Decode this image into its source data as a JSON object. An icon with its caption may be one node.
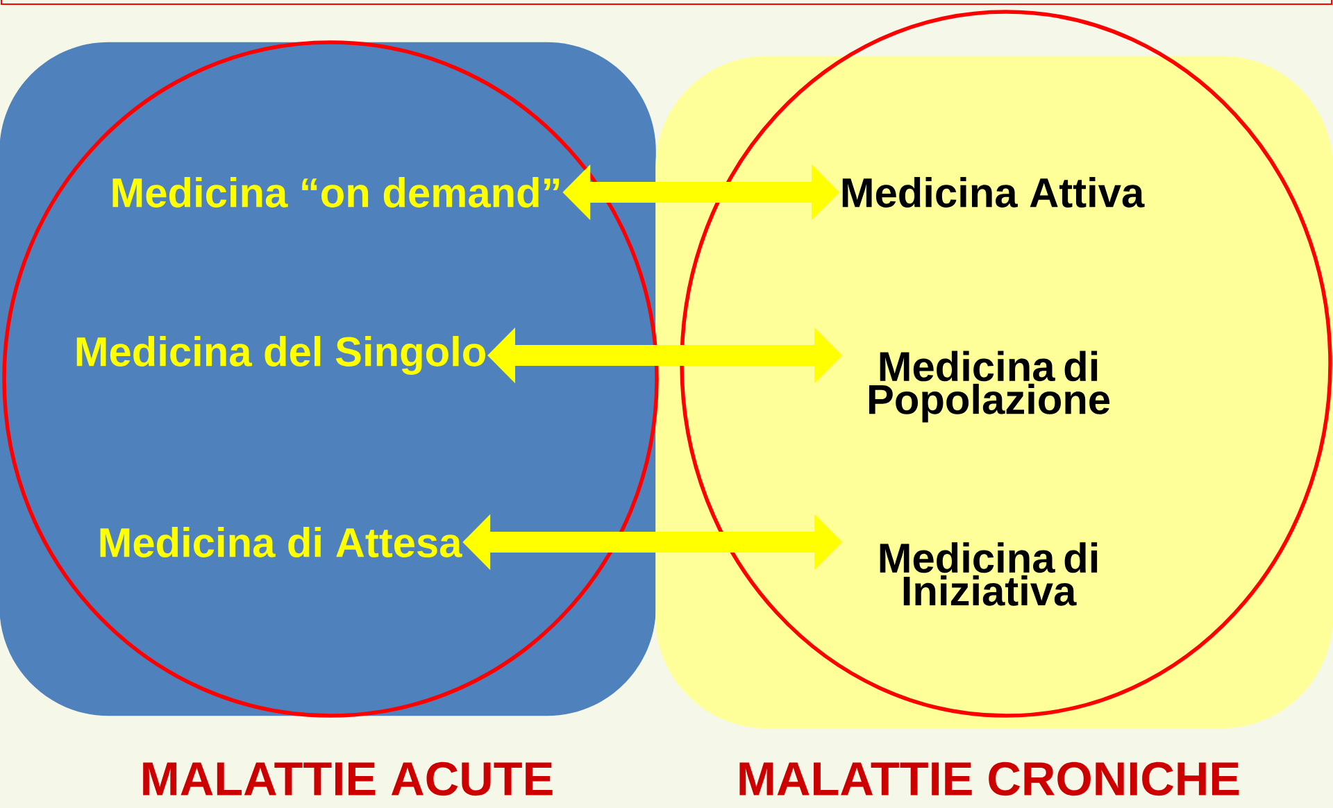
{
  "diagram": {
    "nodes": [
      {
        "text": [
          "MALATTIE ACUTE"
        ]
      },
      {
        "text": [
          "Medicina “on demand”"
        ],
        "in": 0
      },
      {
        "text": [
          "Medicina del Singolo"
        ],
        "in": 0
      },
      {
        "text": [
          "Medicina di Attesa"
        ],
        "in": 0
      },
      {
        "text": [
          "MALATTIE CRONICHE"
        ]
      },
      {
        "text": [
          "Medicina Attiva"
        ],
        "in": 4
      },
      {
        "text": [
          "Medicina di Popolazione"
        ],
        "in": 4
      },
      {
        "text": [
          "Medicina di Iniziativa"
        ],
        "in": 4
      }
    ],
    "edges": [
      {
        "from": 1,
        "to": 5,
        "arrow": "both"
      },
      {
        "from": 2,
        "to": 6,
        "arrow": "both"
      },
      {
        "from": 3,
        "to": 7,
        "arrow": "both"
      }
    ]
  }
}
